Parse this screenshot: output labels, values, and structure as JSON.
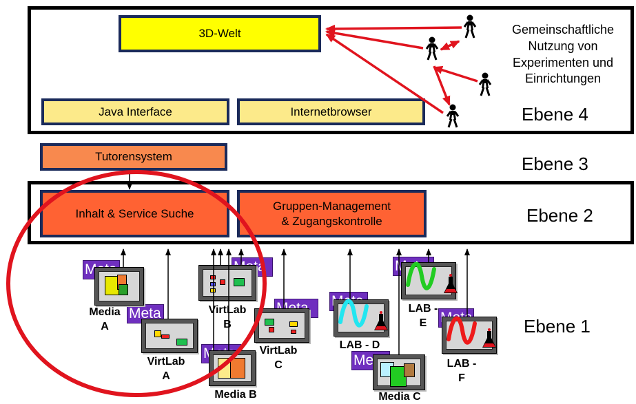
{
  "level4": {
    "world_label": "3D-Welt",
    "java_label": "Java Interface",
    "browser_label": "Internetbrowser",
    "note": [
      "Gemeinschaftliche",
      "Nutzung von",
      "Experimenten und",
      "Einrichtungen"
    ],
    "ebene": "Ebene 4"
  },
  "level3": {
    "tutor_label": "Tutorensystem",
    "ebene": "Ebene 3"
  },
  "level2": {
    "search_label": "Inhalt & Service Suche",
    "group_label": [
      "Gruppen-Management",
      "& Zugangskontrolle"
    ],
    "ebene": "Ebene 2"
  },
  "level1": {
    "ebene": "Ebene 1",
    "meta_label": "Meta",
    "resources": {
      "media_a": [
        "Media",
        "A"
      ],
      "virtlab_a": [
        "VirtLab",
        "A"
      ],
      "virtlab_b": [
        "VirtLab",
        "B"
      ],
      "virtlab_c": [
        "VirtLab",
        "C"
      ],
      "media_b": [
        "Media B"
      ],
      "lab_d": [
        "LAB - D"
      ],
      "lab_e": [
        "LAB -",
        "E"
      ],
      "lab_f": [
        "LAB -",
        "F"
      ],
      "media_c": [
        "Media C"
      ]
    }
  },
  "colors": {
    "frame": "#000000",
    "box_border": "#1a2a5a",
    "world": "#ffff00",
    "interface": "#fcea8a",
    "search": "#ff6233",
    "tutor": "#f8894e",
    "meta": "#6f2fbf",
    "arrows_users": "#e0141e",
    "highlight_circle": "#e0141e"
  },
  "icons": [
    "person-icon",
    "flask-icon",
    "wave-icon",
    "document-icon",
    "virtual-lab-icon"
  ]
}
